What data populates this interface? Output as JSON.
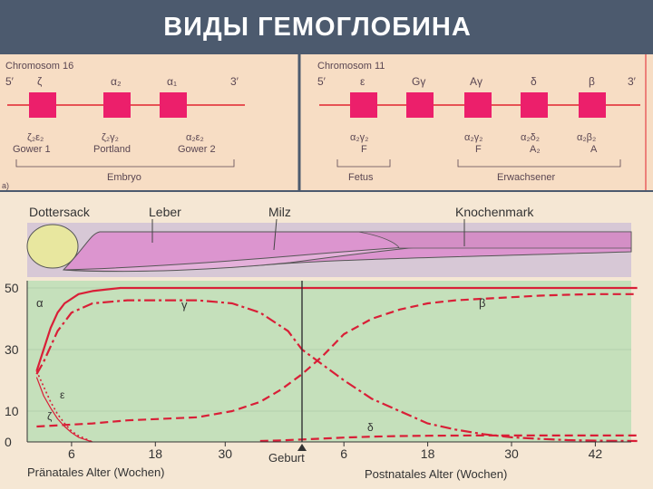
{
  "slide": {
    "title": "ВИДЫ ГЕМОГЛОБИНА",
    "background": "#4c5a6e"
  },
  "genes": {
    "chrom16": {
      "label": "Chromosom 16",
      "end5": "5′",
      "end3": "3′",
      "genes": [
        "ζ",
        "α₂",
        "α₁"
      ],
      "hemoglobins": [
        {
          "formula": "ζ₂ε₂",
          "name": "Gower 1"
        },
        {
          "formula": "ζ₂γ₂",
          "name": "Portland"
        },
        {
          "formula": "α₂ε₂",
          "name": "Gower 2"
        }
      ],
      "stage": "Embryo"
    },
    "chrom11": {
      "label": "Chromosom 11",
      "end5": "5′",
      "end3": "3′",
      "genes": [
        "ε",
        "Gγ",
        "Aγ",
        "δ",
        "β"
      ],
      "hemoglobins": [
        {
          "formula": "α₂γ₂",
          "name": "F"
        },
        {
          "formula": "α₂γ₂",
          "name": "F"
        },
        {
          "formula": "α₂δ₂",
          "name": "A₂"
        },
        {
          "formula": "α₂β₂",
          "name": "A"
        }
      ],
      "stage_fetus": "Fetus",
      "stage_adult": "Erwachsener"
    },
    "panel_label": "a)",
    "colors": {
      "gene": "#ec1f6b",
      "line": "#e0242e",
      "bg": "#f7ddc4",
      "text": "#5a4652"
    }
  },
  "chart_data": {
    "type": "line",
    "organs": [
      "Dottersack",
      "Leber",
      "Milz",
      "Knochenmark"
    ],
    "yticks": [
      0,
      10,
      30,
      50
    ],
    "ylim": [
      0,
      50
    ],
    "xticks_prenatal": [
      6,
      18,
      30
    ],
    "xticks_postnatal": [
      6,
      18,
      30,
      42
    ],
    "xlabel_prenatal": "Pränatales Alter (Wochen)",
    "xlabel_birth": "Geburt",
    "xlabel_postnatal": "Postnatales Alter (Wochen)",
    "colors": {
      "plot_bg": "#c5e0bb",
      "organ_bg": "#d7c8d6",
      "liver": "#dc95cf",
      "yolk": "#e8e79f",
      "curve": "#d91f37"
    },
    "series": [
      {
        "name": "α",
        "style": "solid",
        "x": [
          -38,
          -37,
          -36,
          -35,
          -34,
          -32,
          -30,
          -26,
          -20,
          -10,
          0,
          10,
          20,
          30,
          40,
          48
        ],
        "y": [
          23,
          30,
          37,
          42,
          45,
          48,
          49,
          50,
          50,
          50,
          50,
          50,
          50,
          50,
          50,
          50
        ]
      },
      {
        "name": "γ",
        "style": "dash-dot",
        "x": [
          -38,
          -37,
          -35,
          -33,
          -30,
          -25,
          -20,
          -15,
          -10,
          -6,
          -2,
          0,
          3,
          6,
          10,
          14,
          18,
          22,
          26,
          30,
          34,
          38,
          42,
          48
        ],
        "y": [
          22,
          26,
          36,
          42,
          45,
          46,
          46,
          46,
          45,
          42,
          36,
          30,
          25,
          20,
          14,
          10,
          6,
          4,
          2.5,
          1.5,
          1,
          0.6,
          0.4,
          0.3
        ]
      },
      {
        "name": "β",
        "style": "dashed",
        "x": [
          -38,
          -34,
          -30,
          -25,
          -20,
          -15,
          -10,
          -6,
          -3,
          0,
          3,
          6,
          10,
          14,
          18,
          22,
          26,
          30,
          34,
          38,
          42,
          48
        ],
        "y": [
          5,
          5.5,
          6,
          7,
          7.5,
          8,
          10,
          13,
          17,
          22,
          28,
          35,
          40,
          43,
          45,
          46,
          46.5,
          47,
          47.5,
          47.8,
          48,
          48
        ]
      },
      {
        "name": "ε",
        "style": "dotted",
        "x": [
          -38,
          -37,
          -36,
          -35,
          -34,
          -33,
          -32,
          -31,
          -30
        ],
        "y": [
          23,
          18,
          13,
          9,
          6,
          3.5,
          2,
          1,
          0
        ]
      },
      {
        "name": "ζ",
        "style": "solid-thin",
        "x": [
          -38,
          -37,
          -36,
          -35,
          -34,
          -33,
          -32,
          -31,
          -30
        ],
        "y": [
          21,
          15,
          11,
          7.5,
          5,
          3,
          1.5,
          0.7,
          0
        ]
      },
      {
        "name": "δ",
        "style": "dashed",
        "x": [
          -6,
          -3,
          0,
          3,
          6,
          10,
          14,
          18,
          24,
          30,
          36,
          42,
          48
        ],
        "y": [
          0.3,
          0.5,
          0.8,
          1.1,
          1.4,
          1.7,
          1.9,
          2,
          2.1,
          2.1,
          2.1,
          2.1,
          2.1
        ]
      }
    ],
    "series_labels": [
      "α",
      "γ",
      "β",
      "ε",
      "ζ",
      "δ"
    ]
  }
}
